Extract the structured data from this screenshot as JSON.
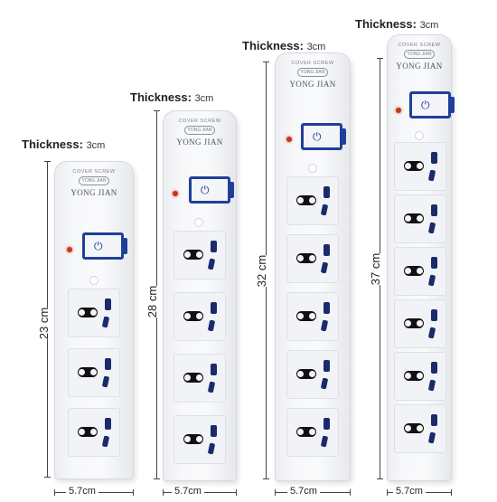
{
  "strips": [
    {
      "id": "s1",
      "thickness_label": "Thickness",
      "thickness_sep": ":",
      "thickness_value": "3cm",
      "length": "23 cm",
      "width": "5.7cm",
      "cover_text": "COVER SCREW",
      "seal_text": "YONG JIAN",
      "brand": "YONG JIAN",
      "sockets": 3
    },
    {
      "id": "s2",
      "thickness_label": "Thickness",
      "thickness_sep": ":",
      "thickness_value": "3cm",
      "length": "28 cm",
      "width": "5.7cm",
      "cover_text": "COVER SCREW",
      "seal_text": "YONG JIAN",
      "brand": "YONG JIAN",
      "sockets": 4
    },
    {
      "id": "s3",
      "thickness_label": "Thickness",
      "thickness_sep": ":",
      "thickness_value": "3cm",
      "length": "32 cm",
      "width": "5.7cm",
      "cover_text": "COVER SCREW",
      "seal_text": "YONG JIAN",
      "brand": "YONG JIAN",
      "sockets": 5
    },
    {
      "id": "s4",
      "thickness_label": "Thickness",
      "thickness_sep": ":",
      "thickness_value": "3cm",
      "length": "37 cm",
      "width": "5.7cm",
      "cover_text": "COVER SCREW",
      "seal_text": "YONG JIAN",
      "brand": "YONG JIAN",
      "sockets": 6
    }
  ],
  "colors": {
    "switch_blue": "#1f3f9a",
    "indicator_red": "#c2381c",
    "strip_white": "#f7f8fa"
  }
}
